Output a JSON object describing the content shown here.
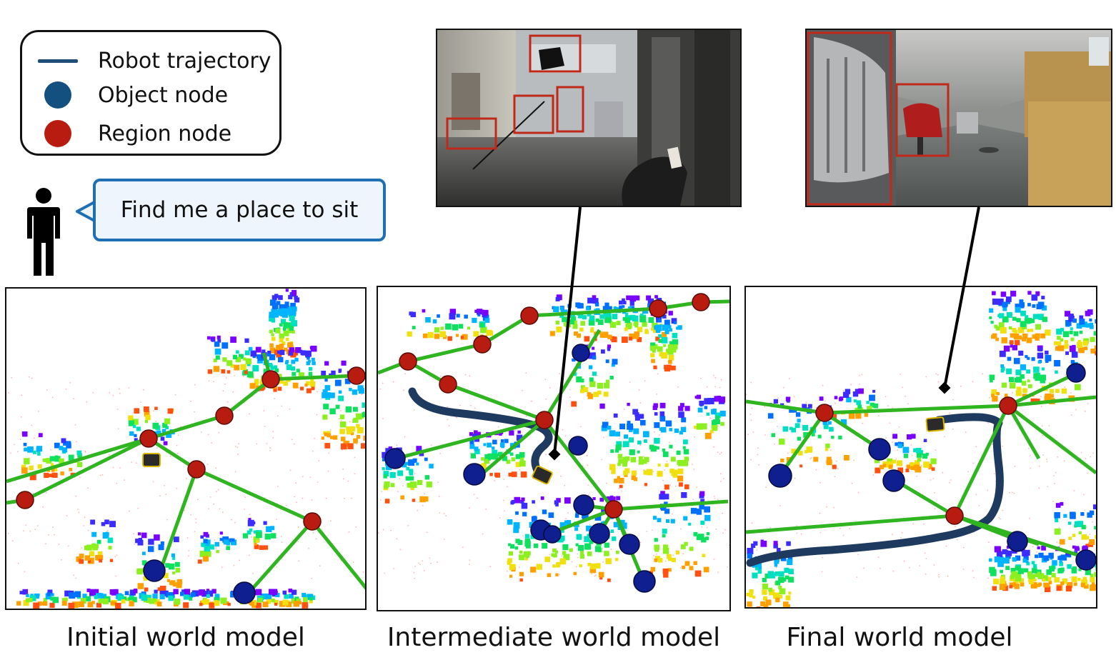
{
  "legend": {
    "items": [
      {
        "label": "Robot trajectory",
        "symbol": "line",
        "color": "#1f4e79"
      },
      {
        "label": "Object node",
        "symbol": "dot",
        "color": "#14507f"
      },
      {
        "label": "Region node",
        "symbol": "dot",
        "color": "#b81c10"
      }
    ]
  },
  "query": {
    "text": "Find me a place to sit",
    "icon": "person-icon"
  },
  "panels": [
    {
      "caption": "Initial world model"
    },
    {
      "caption": "Intermediate world model"
    },
    {
      "caption": "Final world model"
    }
  ],
  "colors": {
    "edge": "#2fb51f",
    "region_node": "#b81c10",
    "object_node": "#0f1f8f",
    "trajectory": "#1f3a5f",
    "detection_box": "#c0281a",
    "bubble_border": "#1e6fb3"
  }
}
